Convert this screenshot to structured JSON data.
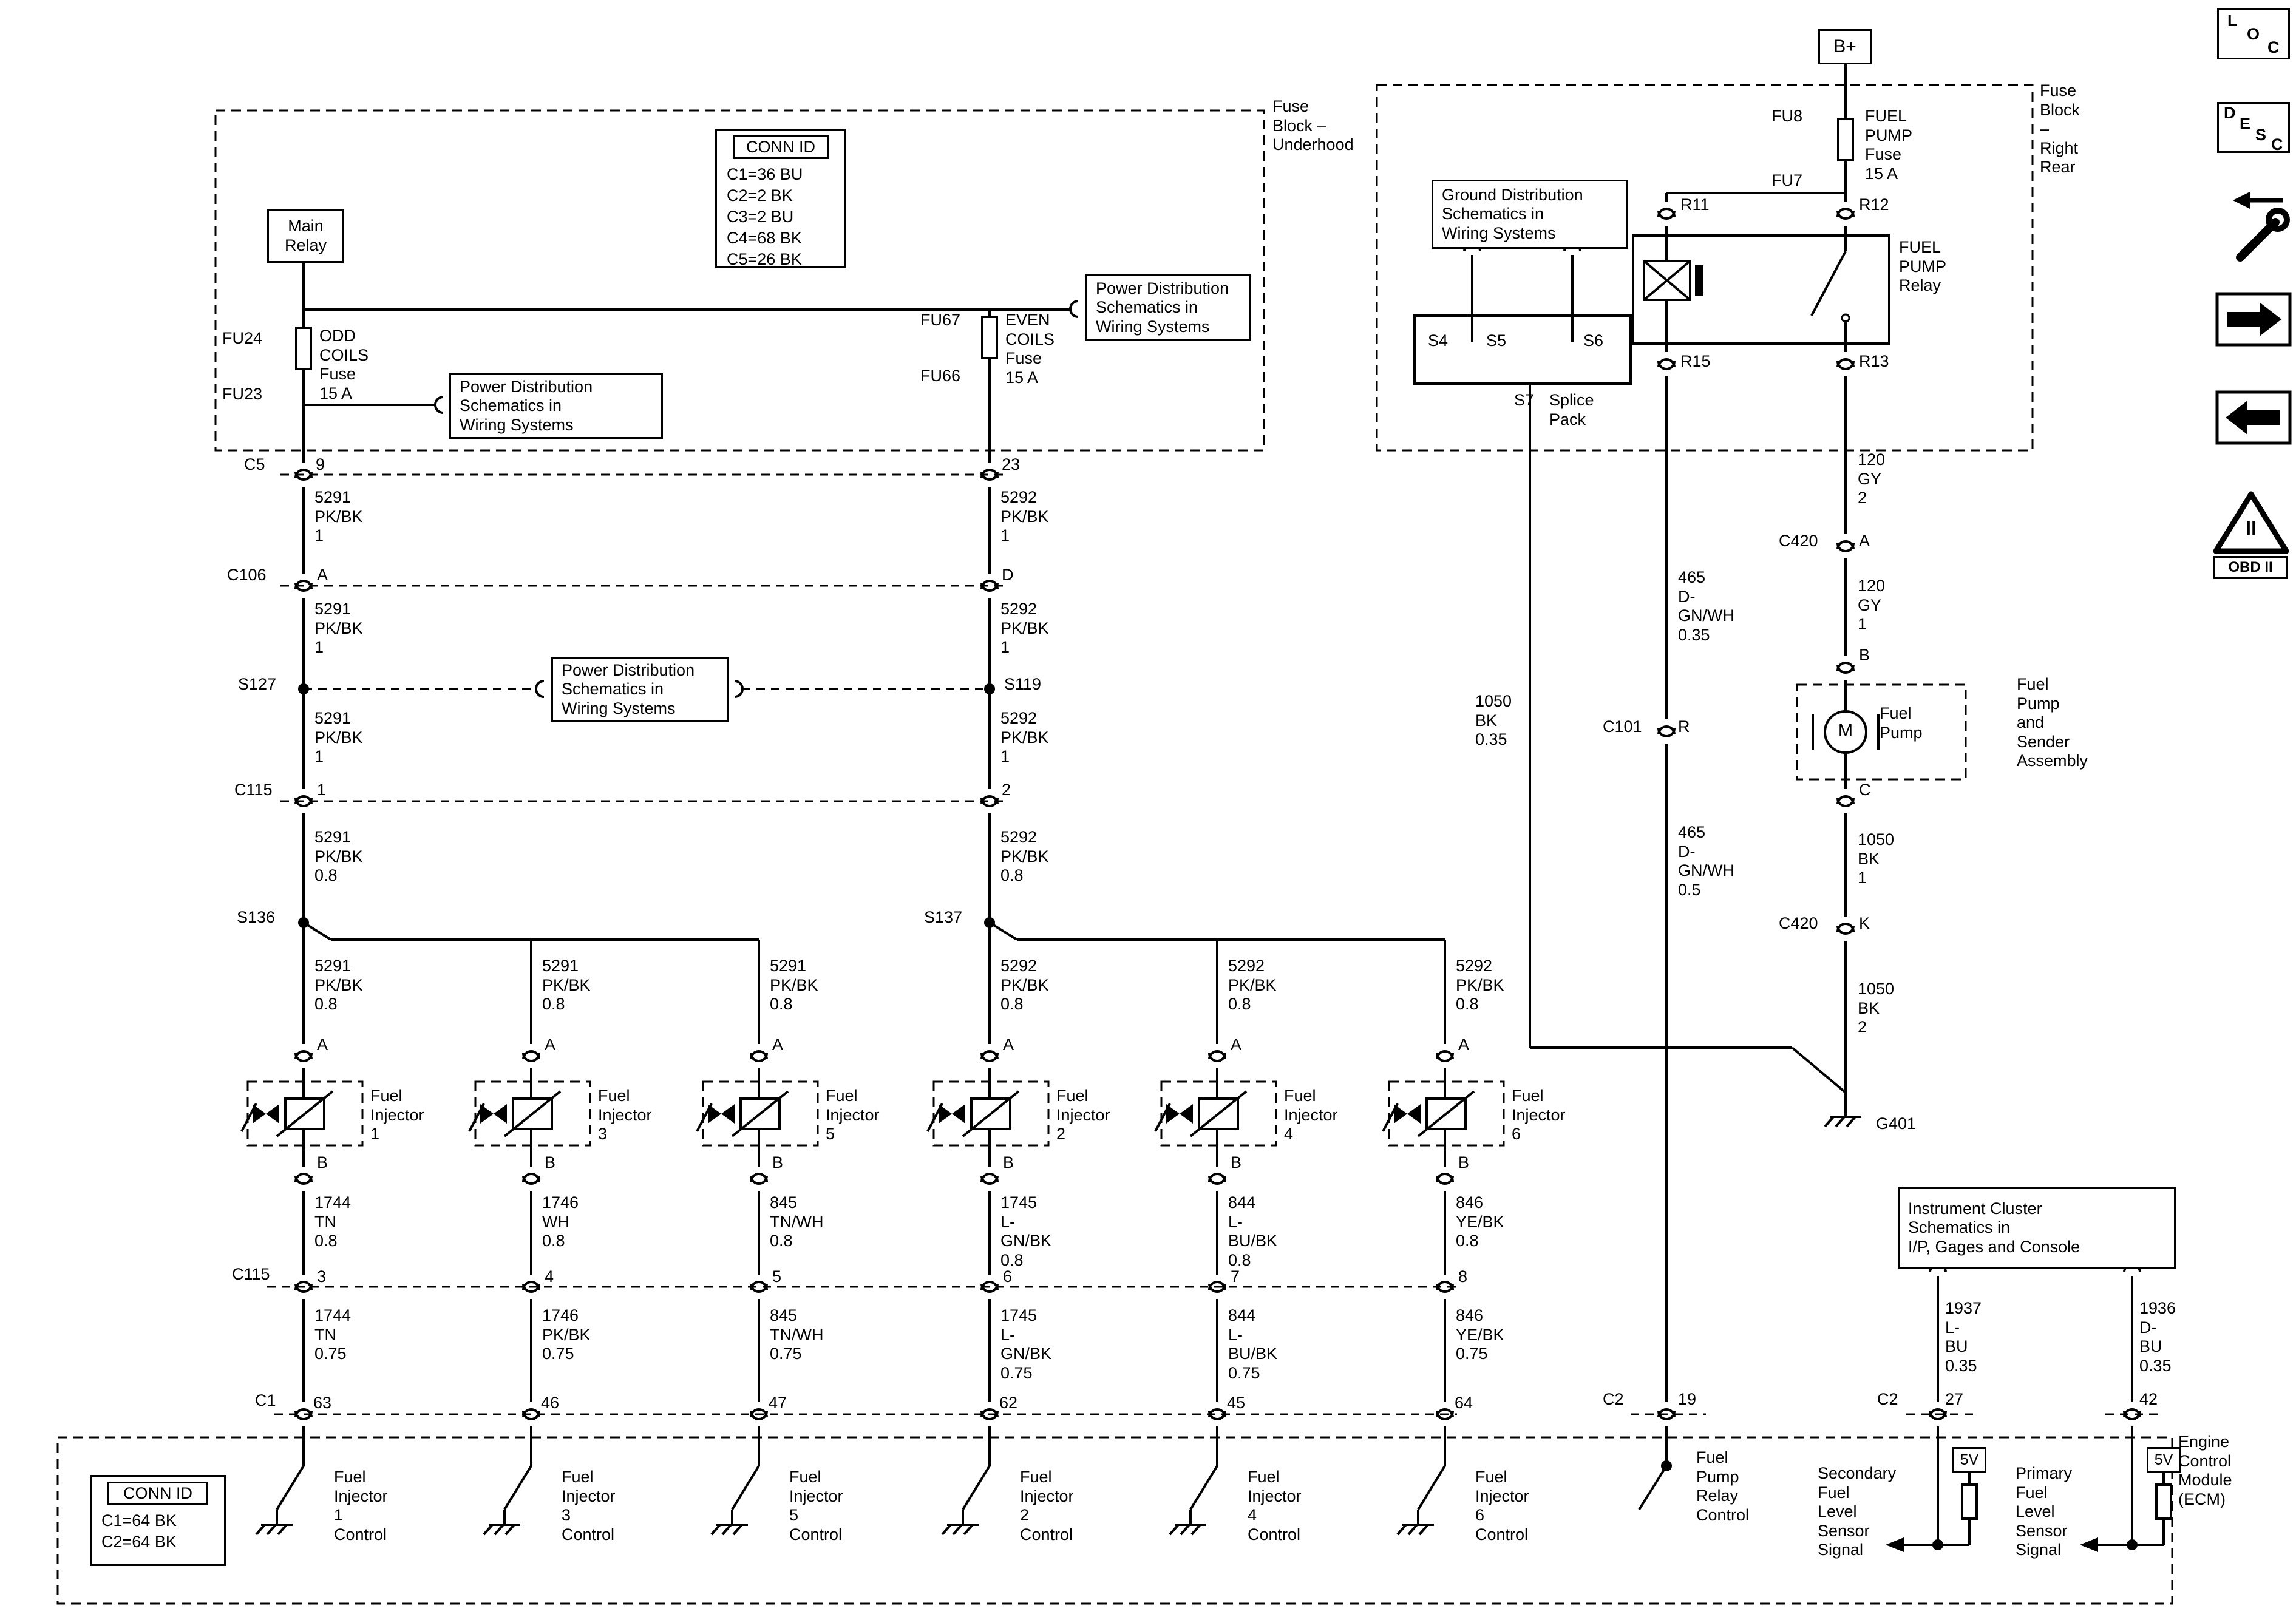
{
  "power": {
    "bplus": "B+"
  },
  "sidebar": {
    "loc": [
      "L",
      "O",
      "C"
    ],
    "desc": [
      "D",
      "E",
      "S",
      "C"
    ],
    "obd_mark": "II",
    "obd_label": "OBD II"
  },
  "underhood": {
    "box_label": "Fuse\nBlock –\nUnderhood",
    "main_relay": "Main\nRelay",
    "conn_id_title": "CONN ID",
    "conn_id_rows": [
      "C1=36 BU",
      "C2=2 BK",
      "C3=2 BU",
      "C4=68 BK",
      "C5=26 BK"
    ],
    "fu24": "FU24",
    "fu23": "FU23",
    "odd_fuse": "ODD COILS\nFuse\n15 A",
    "fu67": "FU67",
    "fu66": "FU66",
    "even_fuse": "EVEN\nCOILS\nFuse\n15 A",
    "ref_left": "Power Distribution\nSchematics in\nWiring Systems",
    "ref_top": "Power Distribution\nSchematics in\nWiring Systems"
  },
  "rightrear": {
    "box_label": "Fuse\nBlock –\nRight Rear",
    "fu8": "FU8",
    "fu7": "FU7",
    "pump_fuse": "FUEL PUMP\nFuse\n15 A",
    "relay": "FUEL PUMP\nRelay",
    "r11": "R11",
    "r12": "R12",
    "r15": "R15",
    "r13": "R13",
    "ground_ref": "Ground Distribution\nSchematics in\nWiring Systems",
    "s4": "S4",
    "s5": "S5",
    "s6": "S6",
    "s7": "S7",
    "splice_pack": "Splice\nPack"
  },
  "distribution": {
    "c5": "C5",
    "c5_left": "9",
    "c5_right": "23",
    "c106": "C106",
    "c106_left": "A",
    "c106_right": "D",
    "s127": "S127",
    "s119": "S119",
    "ref_mid": "Power Distribution\nSchematics in\nWiring Systems",
    "c115": "C115",
    "c115_left": "1",
    "c115_right": "2",
    "s136": "S136",
    "s137": "S137",
    "left_wire": [
      "5291\nPK/BK\n1",
      "5291\nPK/BK\n1",
      "5291\nPK/BK\n1",
      "5291\nPK/BK\n0.8"
    ],
    "right_wire": [
      "5292\nPK/BK\n1",
      "5292\nPK/BK\n1",
      "5292\nPK/BK\n1",
      "5292\nPK/BK\n0.8"
    ],
    "c115b": "C115",
    "c1": "C1"
  },
  "injectors": [
    {
      "branch": "5291\nPK/BK\n0.8",
      "pin_a": "A",
      "name": "Fuel\nInjector\n1",
      "pin_b": "B",
      "wire_upper": "1744\nTN\n0.8",
      "c115_pin": "3",
      "wire_lower": "1744\nTN\n0.75",
      "c1_pin": "63",
      "control": "Fuel\nInjector 1\nControl"
    },
    {
      "branch": "5291\nPK/BK\n0.8",
      "pin_a": "A",
      "name": "Fuel\nInjector\n3",
      "pin_b": "B",
      "wire_upper": "1746\nWH\n0.8",
      "c115_pin": "4",
      "wire_lower": "1746\nPK/BK\n0.75",
      "c1_pin": "46",
      "control": "Fuel\nInjector 3\nControl"
    },
    {
      "branch": "5291\nPK/BK\n0.8",
      "pin_a": "A",
      "name": "Fuel\nInjector\n5",
      "pin_b": "B",
      "wire_upper": "845\nTN/WH\n0.8",
      "c115_pin": "5",
      "wire_lower": "845\nTN/WH\n0.75",
      "c1_pin": "47",
      "control": "Fuel\nInjector 5\nControl"
    },
    {
      "branch": "5292\nPK/BK\n0.8",
      "pin_a": "A",
      "name": "Fuel\nInjector\n2",
      "pin_b": "B",
      "wire_upper": "1745\nL-GN/BK\n0.8",
      "c115_pin": "6",
      "wire_lower": "1745\nL-GN/BK\n0.75",
      "c1_pin": "62",
      "control": "Fuel\nInjector 2\nControl"
    },
    {
      "branch": "5292\nPK/BK\n0.8",
      "pin_a": "A",
      "name": "Fuel\nInjector\n4",
      "pin_b": "B",
      "wire_upper": "844\nL-BU/BK\n0.8",
      "c115_pin": "7",
      "wire_lower": "844\nL-BU/BK\n0.75",
      "c1_pin": "45",
      "control": "Fuel\nInjector 4\nControl"
    },
    {
      "branch": "5292\nPK/BK\n0.8",
      "pin_a": "A",
      "name": "Fuel\nInjector\n6",
      "pin_b": "B",
      "wire_upper": "846\nYE/BK\n0.8",
      "c115_pin": "8",
      "wire_lower": "846\nYE/BK\n0.75",
      "c1_pin": "64",
      "control": "Fuel\nInjector 6\nControl"
    }
  ],
  "pump": {
    "w120_2": "120\nGY\n2",
    "c420a": "C420",
    "c420a_pin": "A",
    "w120_1": "120\nGY\n1",
    "pin_b": "B",
    "motor": "M",
    "fuel_pump": "Fuel\nPump",
    "assembly": "Fuel\nPump\nand\nSender\nAssembly",
    "pin_c": "C",
    "w1050_1": "1050\nBK\n1",
    "c420k": "C420",
    "c420k_pin": "K",
    "w1050_2": "1050\nBK\n2",
    "g401": "G401",
    "w465_a": "465\nD-GN/WH\n0.35",
    "c101": "C101",
    "c101_pin": "R",
    "w465_b": "465\nD-GN/WH\n0.5",
    "w1050_s": "1050\nBK\n0.35"
  },
  "cluster": {
    "ref": "Instrument Cluster\nSchematics in\nI/P, Gages and Console",
    "w1937": "1937\nL-BU\n0.35",
    "w1936": "1936\nD-BU\n0.35"
  },
  "ecm": {
    "label": "Engine\nControl\nModule\n(ECM)",
    "conn_id_title": "CONN ID",
    "conn_id_rows": [
      "C1=64 BK",
      "C2=64 BK"
    ],
    "c2_19": "C2",
    "pin19": "19",
    "relay_control": "Fuel\nPump\nRelay\nControl",
    "c2_27": "C2",
    "pin27": "27",
    "pin42": "42",
    "v5_a": "5V",
    "v5_b": "5V",
    "secondary": "Secondary\nFuel\nLevel\nSensor\nSignal",
    "primary": "Primary\nFuel\nLevel\nSensor\nSignal"
  }
}
